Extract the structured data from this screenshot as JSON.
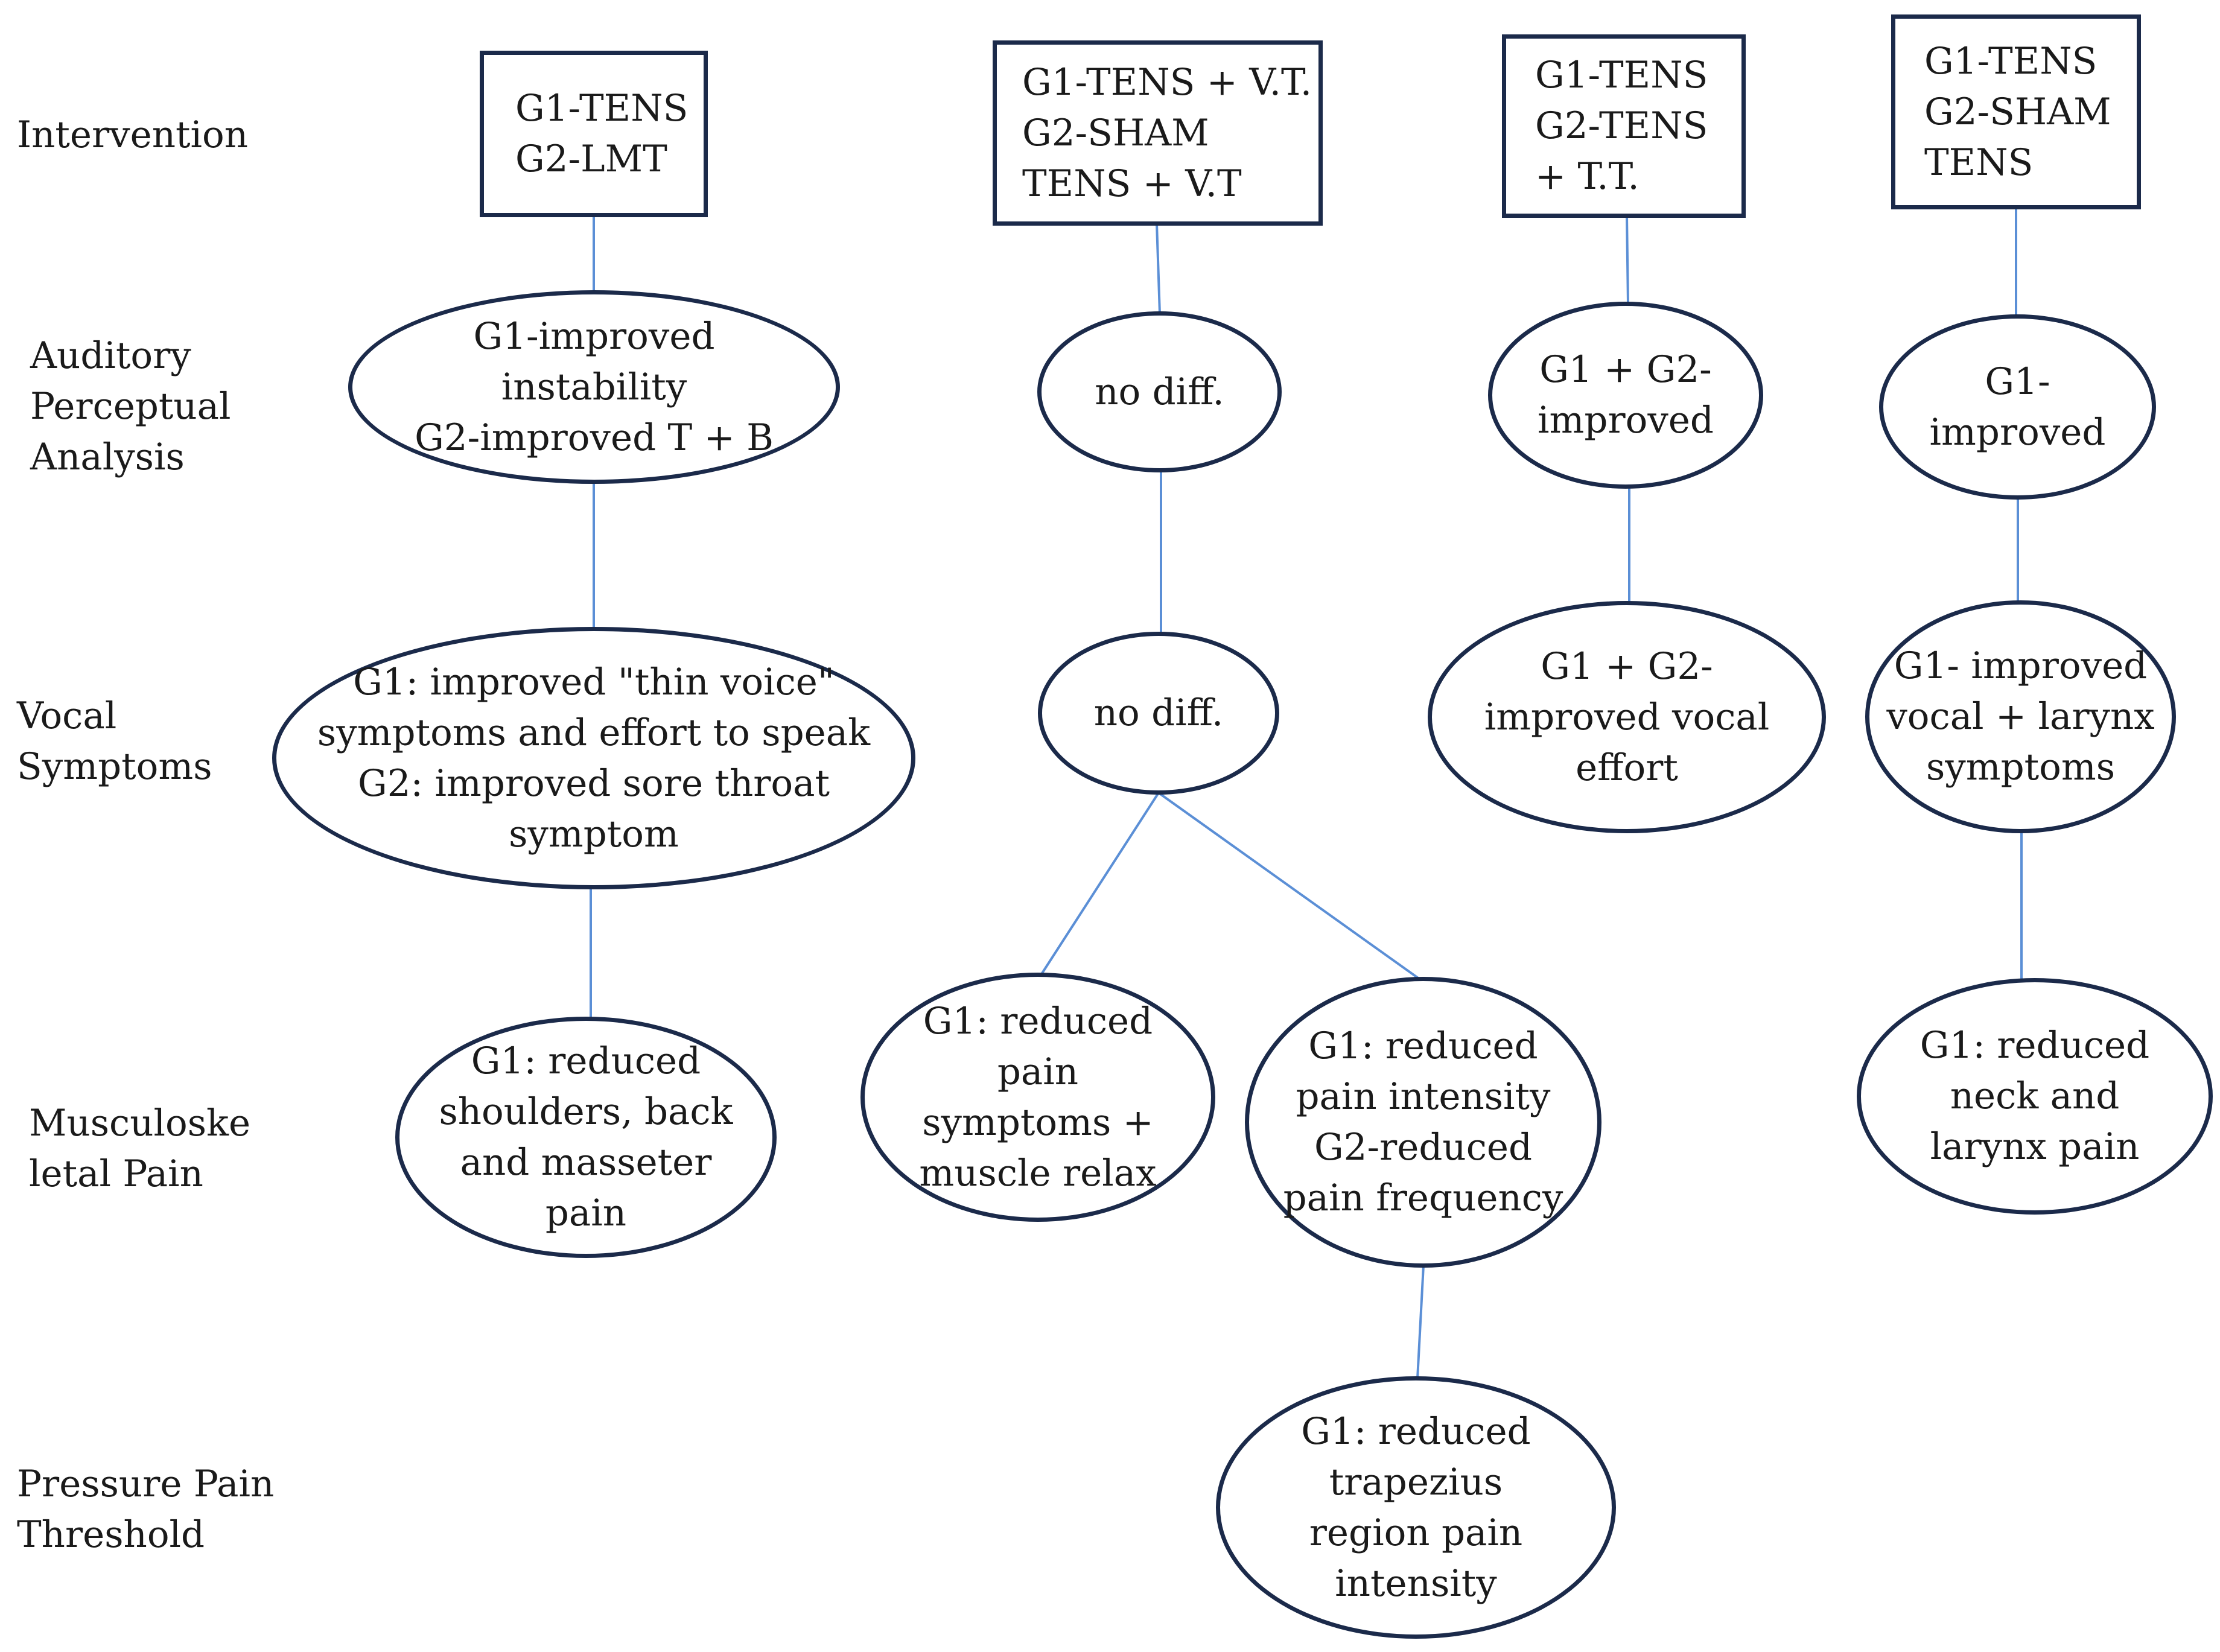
{
  "row_labels": [
    {
      "id": "intervention",
      "text": "Intervention"
    },
    {
      "id": "auditory",
      "text": "Auditory\nPerceptual\nAnalysis"
    },
    {
      "id": "vocal",
      "text": "Vocal\nSymptoms"
    },
    {
      "id": "musculo",
      "text": "Musculoske\nletal Pain"
    },
    {
      "id": "pressure",
      "text": "Pressure Pain\nThreshold"
    }
  ],
  "nodes": {
    "c1_intervention": "G1-TENS\nG2-LMT",
    "c1_auditory": "G1-improved\ninstability\nG2-improved T + B",
    "c1_vocal": "G1: improved \"thin voice\"\nsymptoms and effort to speak\nG2: improved sore throat\nsymptom",
    "c1_musculo": "G1: reduced\nshoulders, back\nand masseter\npain",
    "c2_intervention": "G1-TENS + V.T.\nG2-SHAM\nTENS + V.T",
    "c2_auditory": "no diff.",
    "c2_vocal": "no diff.",
    "c2_musculo_a": "G1: reduced\npain\nsymptoms +\nmuscle relax",
    "c2_musculo_b": "G1: reduced\npain intensity\nG2-reduced\npain frequency",
    "c2_pressure": "G1: reduced\ntrapezius\nregion pain\nintensity",
    "c3_intervention": "G1-TENS\nG2-TENS\n+ T.T.",
    "c3_auditory": "G1 + G2-\nimproved",
    "c3_vocal": "G1 + G2-\nimproved vocal\neffort",
    "c4_intervention": "G1-TENS\nG2-SHAM\nTENS",
    "c4_auditory": "G1-\nimproved",
    "c4_vocal": "G1- improved\nvocal + larynx\nsymptoms",
    "c4_musculo": "G1: reduced\nneck and\nlarynx pain"
  },
  "colors": {
    "node_border": "#1b2a4a",
    "connector": "#5b8fd6",
    "text": "#1a1a1a"
  }
}
